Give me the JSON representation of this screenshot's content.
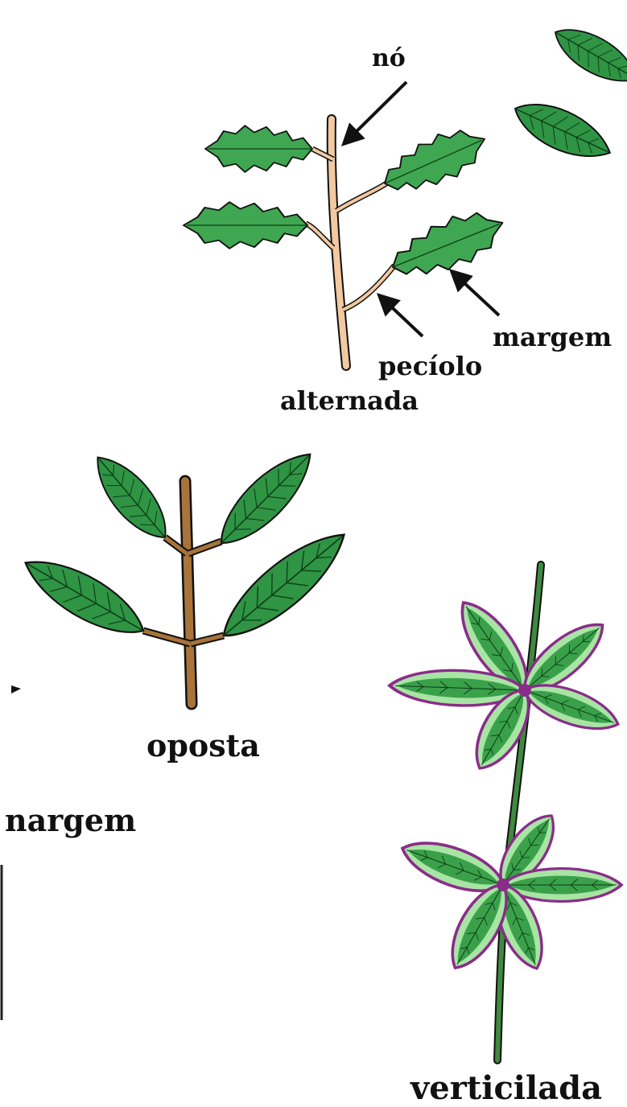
{
  "labels": {
    "node": "nó",
    "margin": "margem",
    "petiole": "pecíolo",
    "alternate": "alternada",
    "opposite": "oposta",
    "margin_cropped": "nargem",
    "whorled": "verticilada"
  },
  "colors": {
    "leaf_dark": "#1f7a34",
    "leaf_mid": "#3aa14a",
    "leaf_light": "#a8e4a4",
    "stem_alternate": "#f2c9a0",
    "stem_opposite": "#a8743a",
    "stem_whorled": "#3f8a3e",
    "whorl_node": "#8a2c8a",
    "outline": "#111111",
    "background": "#ffffff"
  },
  "icons": [
    "arrow-icon"
  ]
}
